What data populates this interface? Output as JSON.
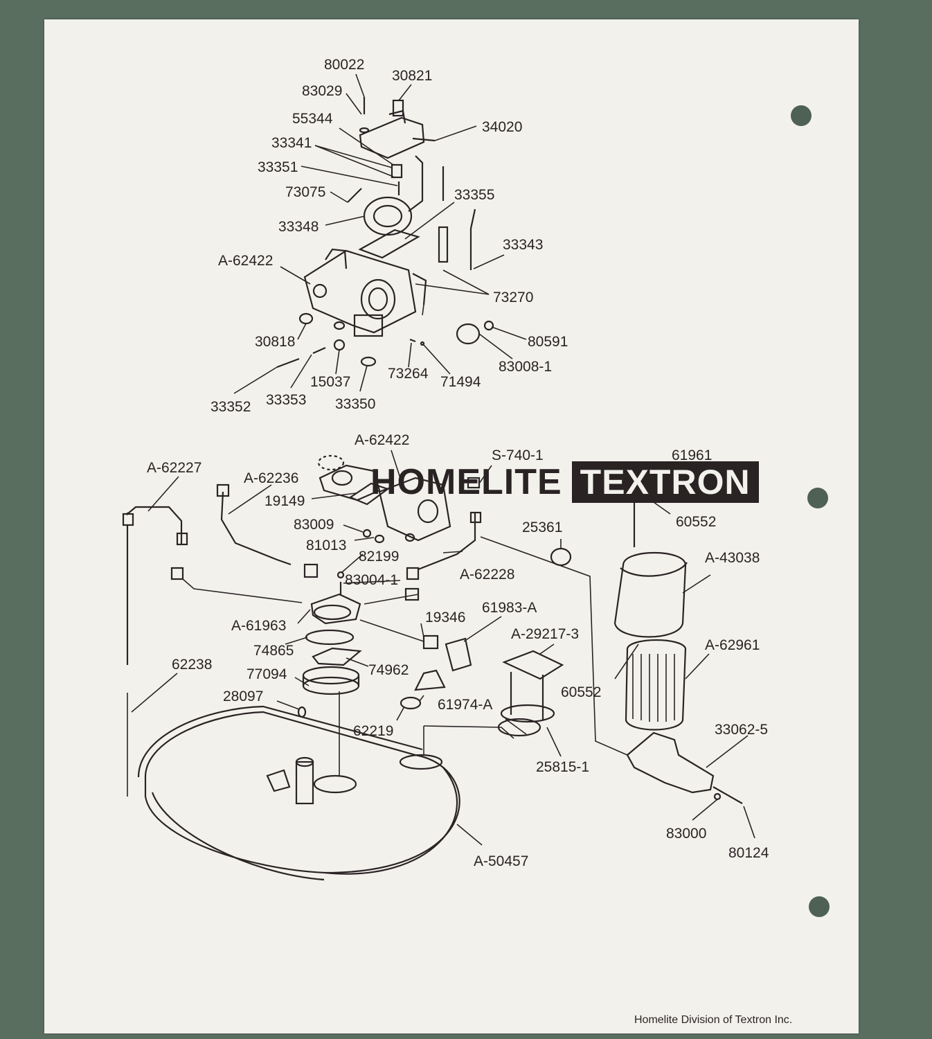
{
  "brand": {
    "name": "HOMELITE",
    "badge": "TEXTRON",
    "division": "Homelite Division of Textron Inc."
  },
  "part_labels": [
    "80022",
    "30821",
    "83029",
    "55344",
    "34020",
    "33341",
    "33351",
    "73075",
    "33355",
    "33348",
    "33343",
    "A-62422",
    "73270",
    "30818",
    "80591",
    "83008-1",
    "15037",
    "73264",
    "71494",
    "33352",
    "33353",
    "33350",
    "A-62422",
    "S-740-1",
    "61961",
    "A-62227",
    "A-62236",
    "19149",
    "60552",
    "83009",
    "25361",
    "81013",
    "82199",
    "A-43038",
    "83004-1",
    "A-62228",
    "A-61963",
    "19346",
    "61983-A",
    "A-29217-3",
    "A-62961",
    "74865",
    "74962",
    "62238",
    "77094",
    "60552",
    "28097",
    "61974-A",
    "62219",
    "33062-5",
    "25815-1",
    "83000",
    "80124",
    "A-50457"
  ],
  "colors": {
    "ink": "#2a2324",
    "paper": "#f2f1ec",
    "background": "#5a6e60"
  }
}
